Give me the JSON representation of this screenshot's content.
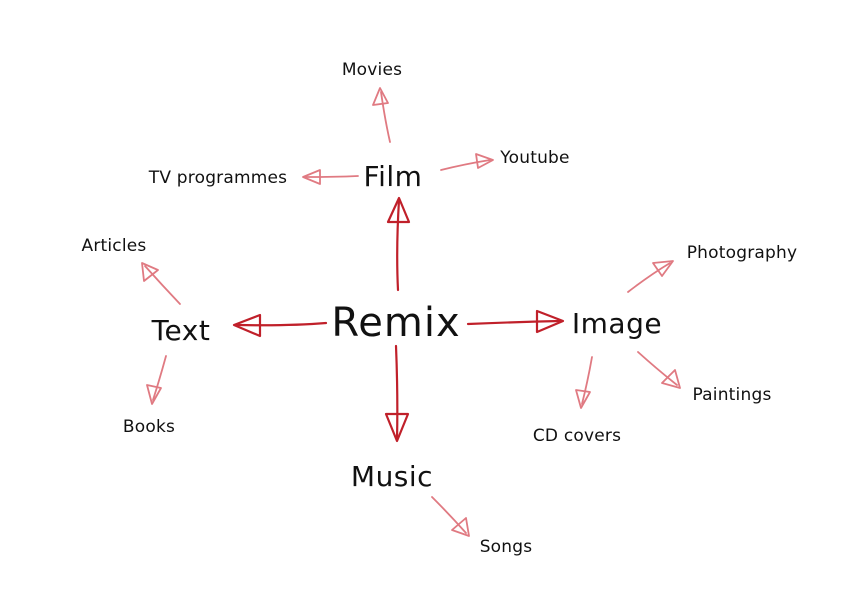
{
  "diagram": {
    "center": "Remix",
    "nodes": {
      "film": "Film",
      "text": "Text",
      "image": "Image",
      "music": "Music"
    },
    "leaves": {
      "movies": "Movies",
      "youtube": "Youtube",
      "tv": "TV programmes",
      "articles": "Articles",
      "books": "Books",
      "photography": "Photography",
      "paintings": "Paintings",
      "cd_covers": "CD covers",
      "songs": "Songs"
    },
    "colors": {
      "main_arrow": "#c0202a",
      "leaf_arrow": "#e07a82"
    }
  }
}
